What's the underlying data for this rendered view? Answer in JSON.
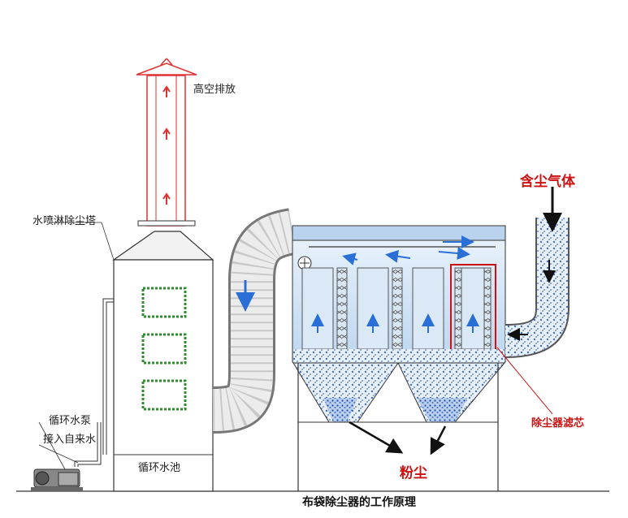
{
  "diagram": {
    "labels": {
      "exhaust": "高空排放",
      "spray_tower": "水喷淋除尘塔",
      "pump": "循环水泵",
      "tap_water": "接入自来水",
      "pool": "循环水池",
      "dusty_gas": "含尘气体",
      "filter_core": "除尘器滤芯",
      "dust": "粉尘",
      "caption": "布袋除尘器的工作原理"
    },
    "colors": {
      "red_label": "#cc1111",
      "water_blue": "#2a6fd6",
      "housing_blue": "#cfe3f5",
      "window_green": "#2e8b2e",
      "stack_red": "#e03030"
    },
    "icons": [
      "fan-icon",
      "pump-icon",
      "flow-arrow-icon"
    ]
  }
}
